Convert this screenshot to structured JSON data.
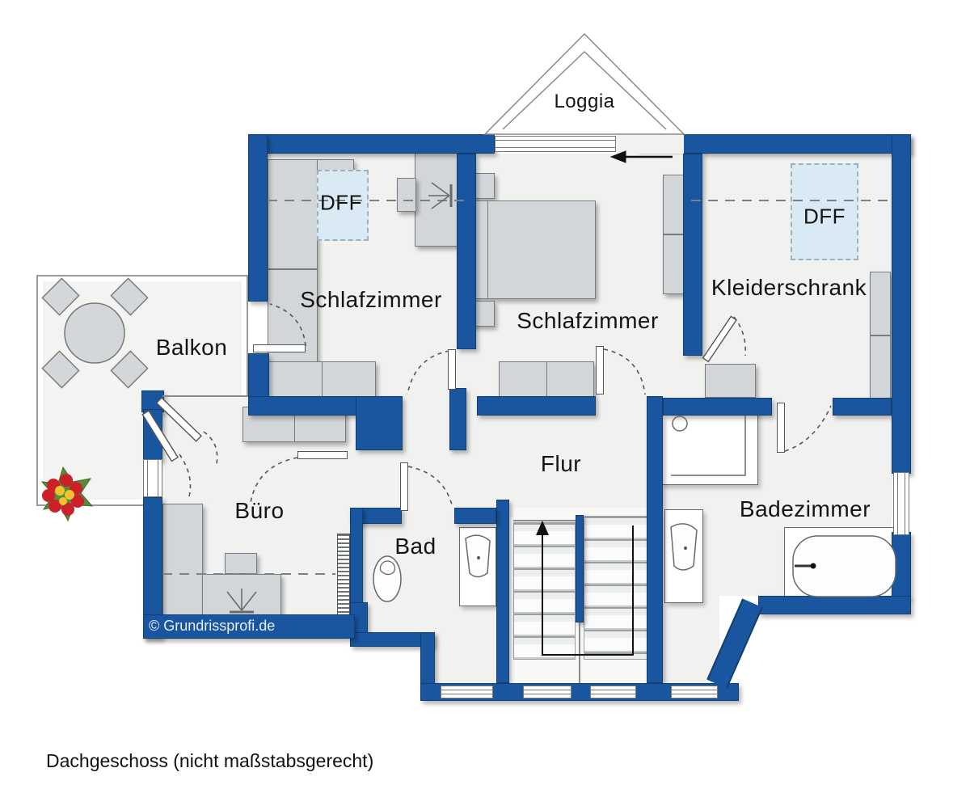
{
  "labels": {
    "loggia": "Loggia",
    "dff_left": "DFF",
    "dff_right": "DFF",
    "bedroom_left": "Schlafzimmer",
    "bedroom_middle": "Schlafzimmer",
    "closet": "Kleiderschrank",
    "balcony": "Balkon",
    "office": "Büro",
    "wc": "Bad",
    "hallway": "Flur",
    "bathroom": "Badezimmer",
    "copyright": "© Grundrissprofi.de",
    "caption": "Dachgeschoss (nicht maßstabsgerecht)"
  },
  "colors": {
    "wall": "#1a56a0",
    "wall_outline": "#11406f",
    "floor": "#f1f1f0",
    "furniture": "#d2d6d8",
    "roof_window_fill": "#d9eaf5",
    "flower_red": "#cc2128",
    "flower_yellow": "#f2c233",
    "flower_green": "#5a8b3a"
  },
  "fixtures": [
    "roof-window-dff",
    "double-bed",
    "nightstand",
    "wardrobe",
    "shelf",
    "sideboard",
    "sofa",
    "desk",
    "desk-chair",
    "round-table",
    "garden-chair",
    "flower-pot",
    "radiator",
    "toilet",
    "washbasin",
    "shower",
    "bathtub",
    "staircase",
    "sliding-door",
    "door-swing",
    "window"
  ]
}
